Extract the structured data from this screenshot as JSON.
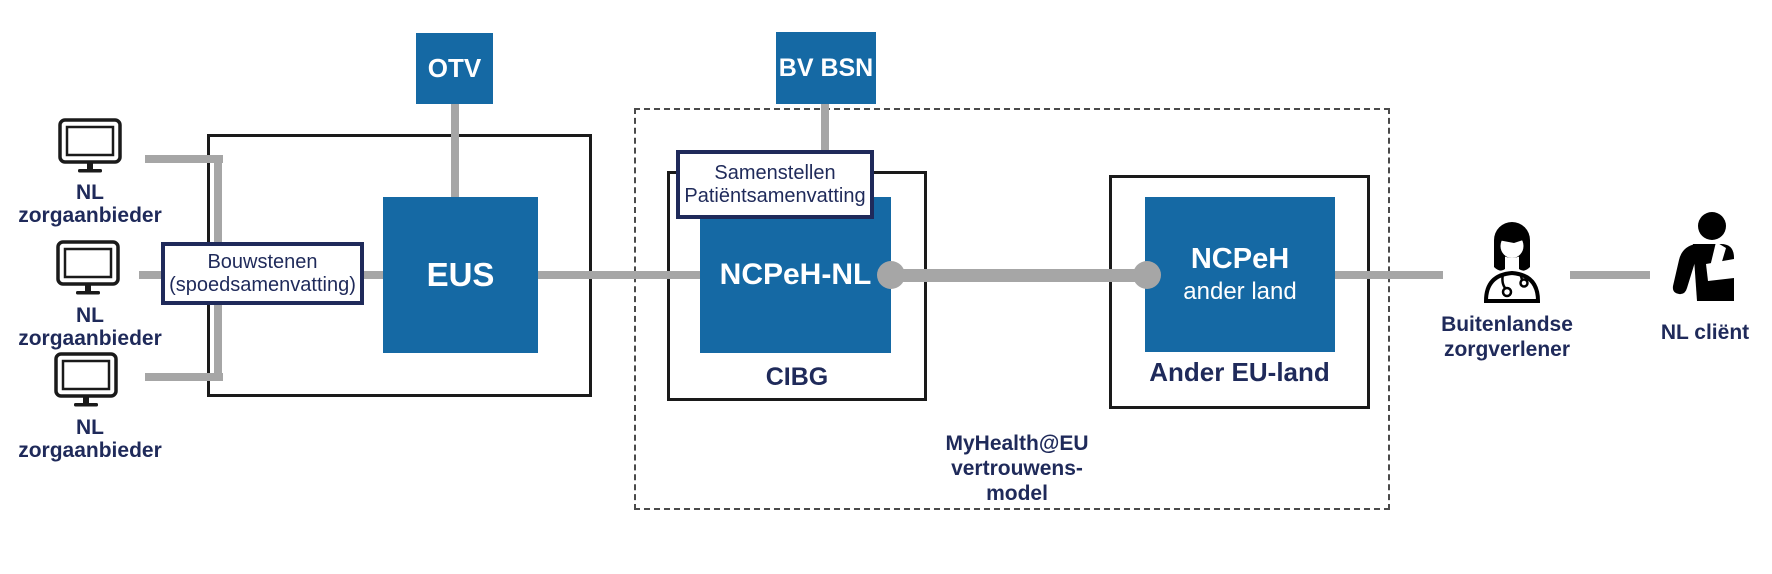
{
  "colors": {
    "box_blue": "#1569a4",
    "text_navy": "#1f2a5a",
    "connector_gray": "#a6a6a6",
    "border_black": "#1a1a1a"
  },
  "providers": [
    {
      "line1": "NL",
      "line2": "zorgaanbieder"
    },
    {
      "line1": "NL",
      "line2": "zorgaanbieder"
    },
    {
      "line1": "NL",
      "line2": "zorgaanbieder"
    }
  ],
  "otv": {
    "label": "OTV"
  },
  "bv_bsn": {
    "label": "BV BSN"
  },
  "eus": {
    "label": "EUS"
  },
  "bouwstenen": {
    "line1": "Bouwstenen",
    "line2": "(spoedsamenvatting)"
  },
  "samenstellen": {
    "line1": "Samenstellen",
    "line2": "Patiëntsamenvatting"
  },
  "ncpeh_nl": {
    "label": "NCPeH-NL",
    "org": "CIBG"
  },
  "ncpeh_other": {
    "title": "NCPeH",
    "subtitle": "ander land",
    "org": "Ander EU-land"
  },
  "trust_model": {
    "line1": "MyHealth@EU",
    "line2": "vertrouwens-",
    "line3": "model"
  },
  "foreign_provider": {
    "line1": "Buitenlandse",
    "line2": "zorgverlener"
  },
  "nl_client": {
    "label": "NL cliënt"
  }
}
